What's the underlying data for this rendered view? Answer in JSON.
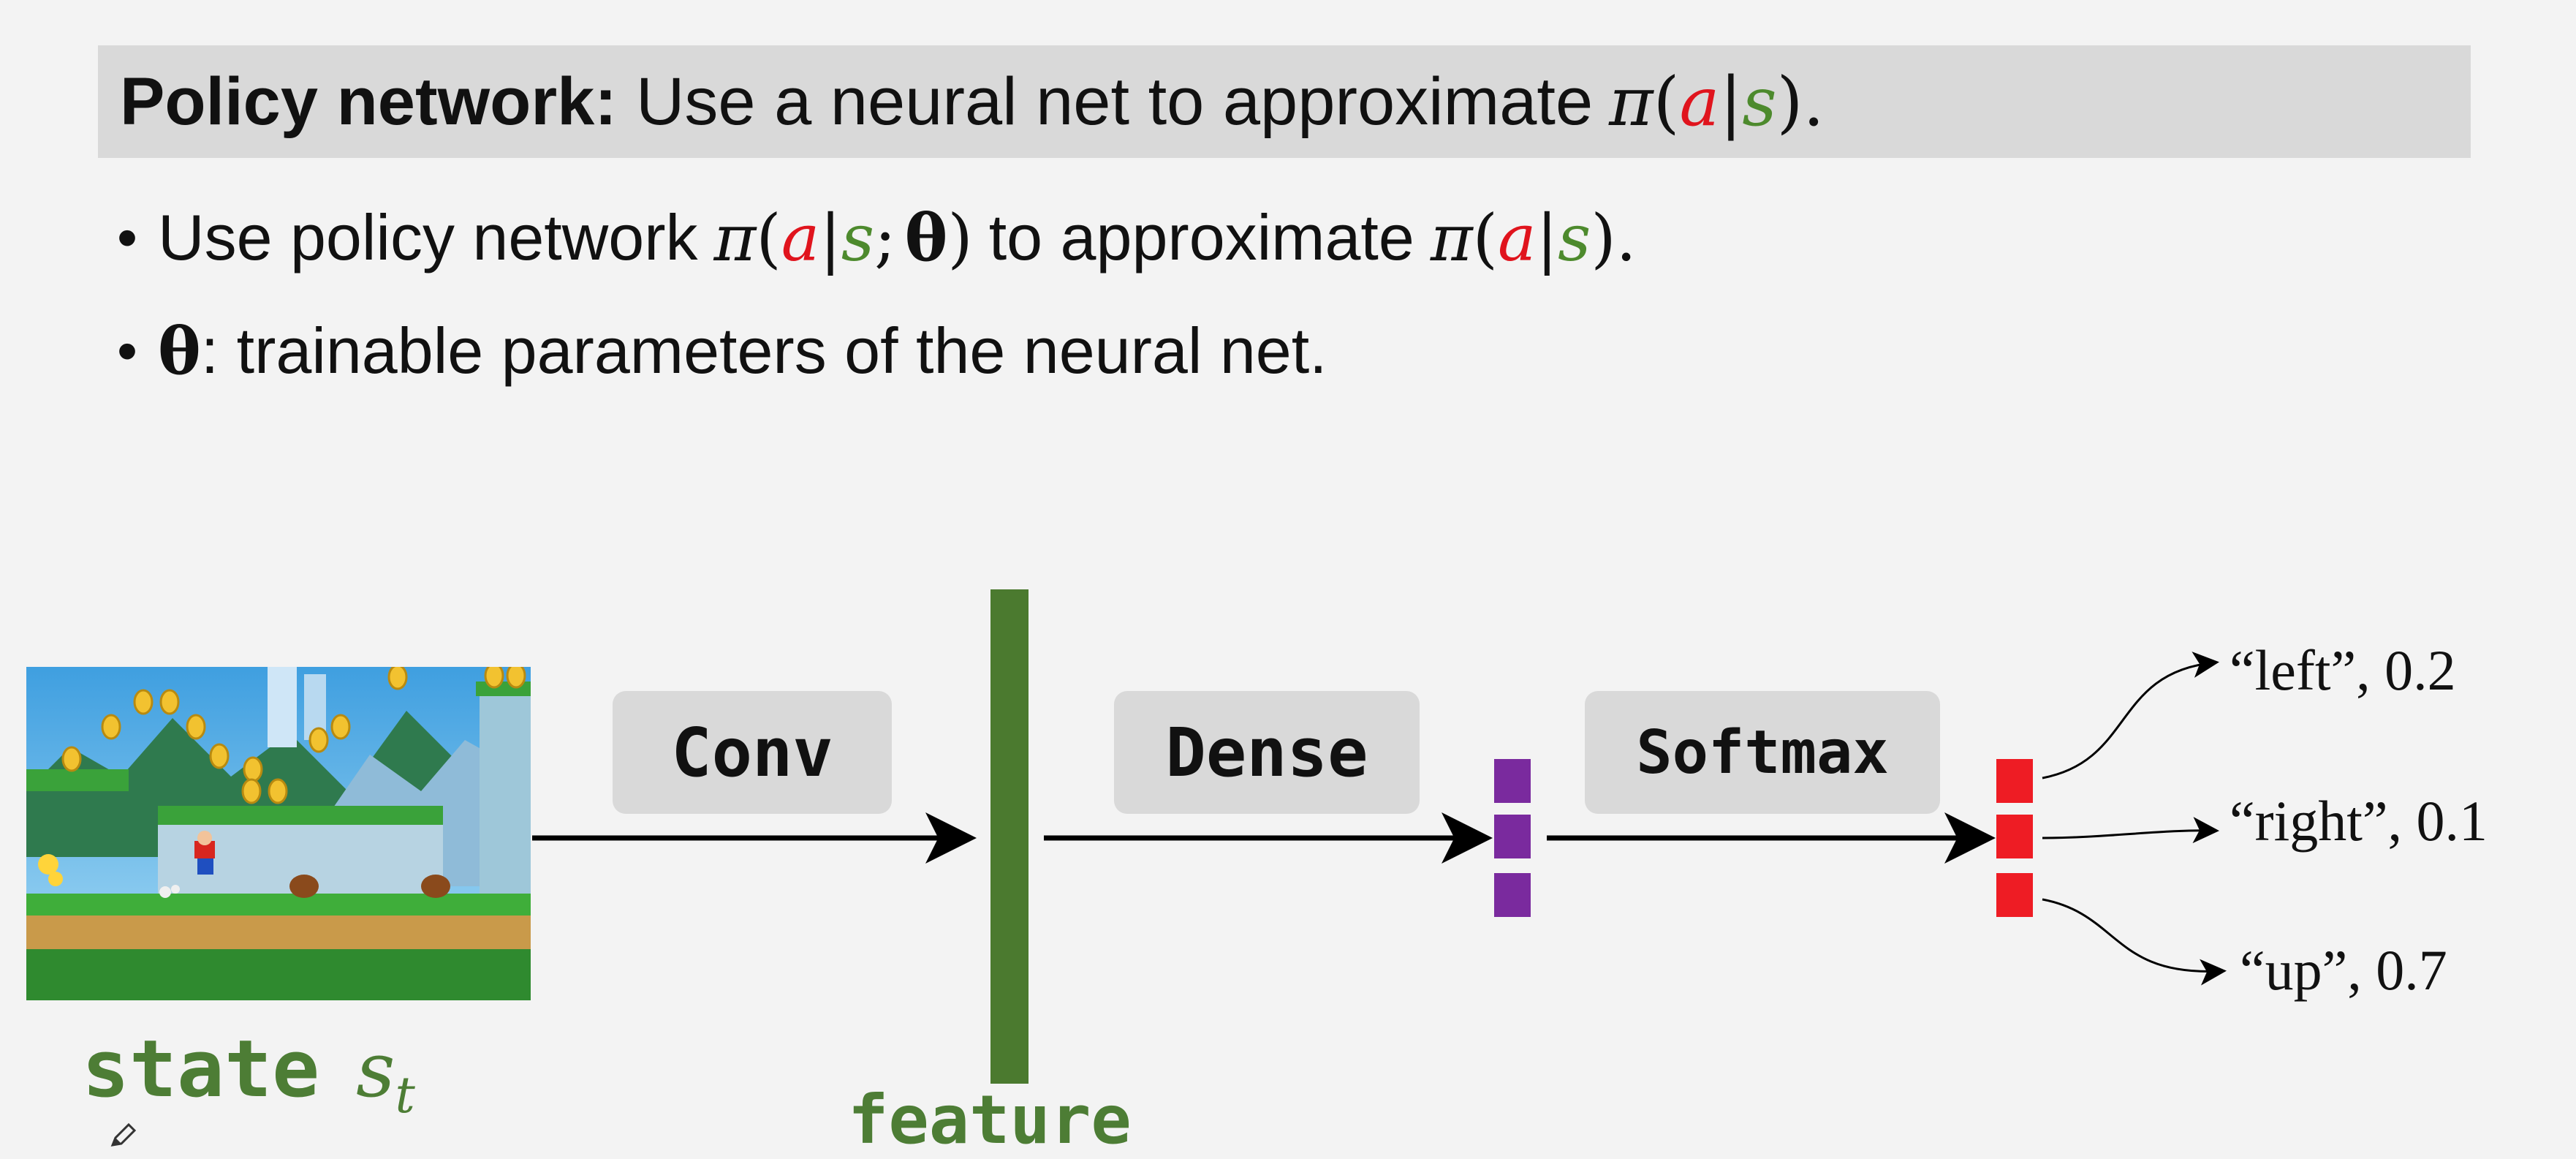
{
  "title": {
    "bold": "Policy network:",
    "text": "Use a neural net to approximate",
    "pi": "π",
    "lparen": "(",
    "a": "a",
    "bar": "|",
    "s": "s",
    "rparen": ").",
    "end": ""
  },
  "bullets": [
    {
      "dot": "•",
      "pre": "Use policy network",
      "pi": "π",
      "lparen": "(",
      "a": "a",
      "bar": "|",
      "s": "s",
      "semi": ";",
      "theta": "θ",
      "rparen": ")",
      "mid": "to approximate",
      "pi2": "π",
      "lparen2": "(",
      "a2": "a",
      "bar2": "|",
      "s2": "s",
      "rparen2": ")."
    },
    {
      "dot": "•",
      "theta": "θ",
      "text": ": trainable parameters of the neural net."
    }
  ],
  "diagram": {
    "ops": {
      "conv": "Conv",
      "dense": "Dense",
      "softmax": "Softmax"
    },
    "labels": {
      "state": "state",
      "state_var": "s",
      "state_sub": "t",
      "feature": "feature"
    },
    "outputs": [
      {
        "action": "“left”, 0.2",
        "prob": 0.2
      },
      {
        "action": "“right”, 0.1",
        "prob": 0.1
      },
      {
        "action": "“up”, 0.7",
        "prob": 0.7
      }
    ],
    "colors": {
      "feature": "#4b7a2f",
      "hidden": "#7a2a9e",
      "output": "#ee1c24",
      "s_green": "#4d8a2d",
      "a_red": "#e0141d"
    }
  }
}
